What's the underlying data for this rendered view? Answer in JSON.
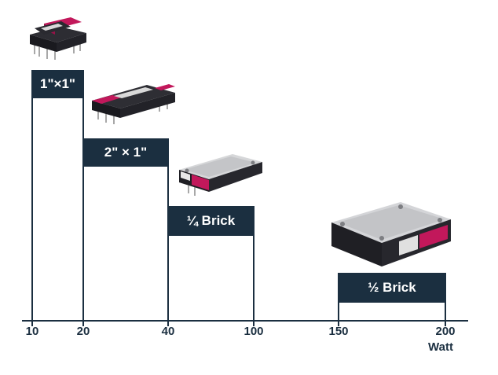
{
  "categories": [
    {
      "label": "1\"×1\"",
      "icon": "module-1x1-icon"
    },
    {
      "label": "2\" × 1\"",
      "icon": "module-2x1-icon"
    },
    {
      "label": "¼ Brick",
      "icon": "module-quarter-brick-icon"
    },
    {
      "label": "½ Brick",
      "icon": "module-half-brick-icon"
    }
  ],
  "axis": {
    "ticks": [
      "10",
      "20",
      "40",
      "100",
      "150",
      "200"
    ],
    "unit": "Watt"
  },
  "colors": {
    "navy": "#1b2f40",
    "accent": "#c2185b"
  }
}
